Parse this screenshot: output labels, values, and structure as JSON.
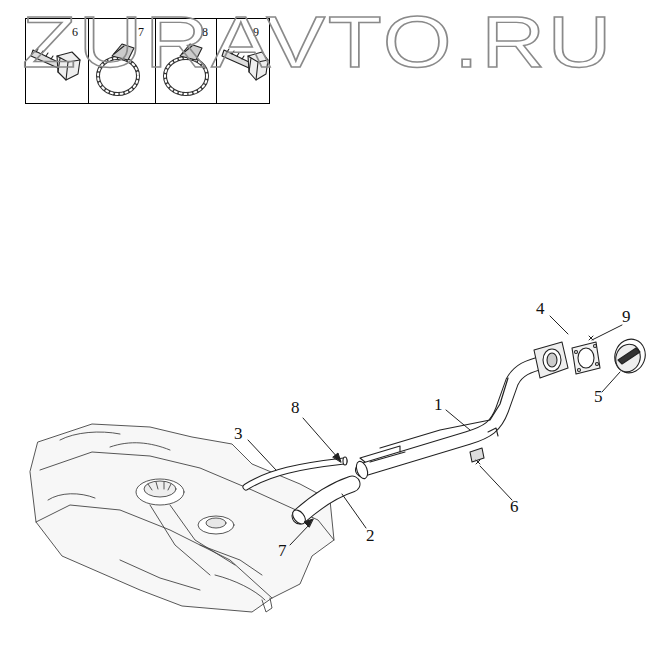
{
  "diagram": {
    "nodes": [
      {
        "text": [
          "6"
        ]
      },
      {
        "text": [
          "7"
        ]
      },
      {
        "text": [
          "8"
        ]
      },
      {
        "text": [
          "9"
        ]
      }
    ],
    "labels": [
      "ZURAVTO.RU",
      "1",
      "2",
      "3",
      "4",
      "5",
      "6",
      "7",
      "8",
      "9"
    ]
  }
}
